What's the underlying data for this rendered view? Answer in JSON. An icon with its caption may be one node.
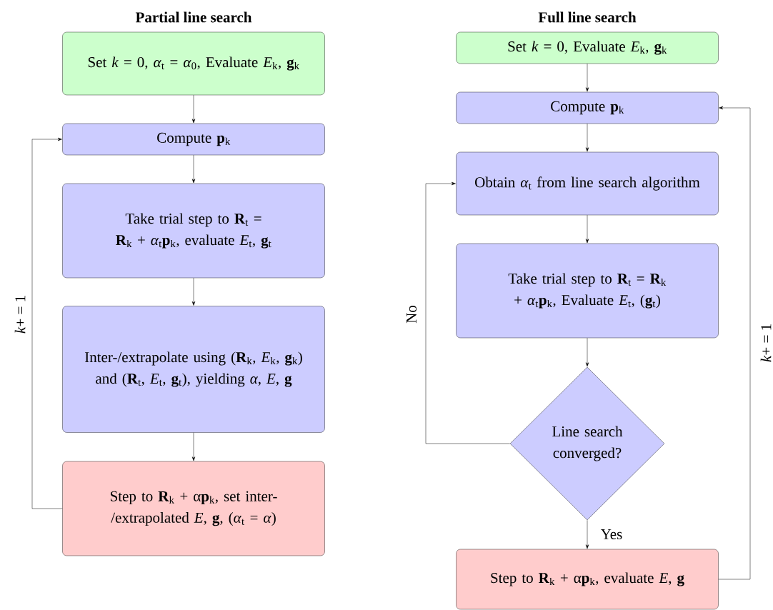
{
  "diagram": {
    "nodes": [
      {
        "text": [
          "Set *k* = 0, *α*$_{t}$ = *α*$_{0}$, Evaluate *E*$_{k}$, **g**$_{k}$"
        ]
      },
      {
        "text": [
          "Compute **p**$_{k}$"
        ]
      },
      {
        "text": [
          "Take trial step to **R**$_{t}$ = **R**$_{k}$ + *α*$_{t}$**p**$_{k}$, evaluate *E*$_{t}$, **g**$_{t}$"
        ]
      },
      {
        "text": [
          "Inter-/extrapolate using (**R**$_{k}$, *E*$_{k}$, **g**$_{k}$) and (**R**$_{t}$, *E*$_{t}$, **g**$_{t}$), yielding *α*, *E*, **g**"
        ]
      },
      {
        "text": [
          "Step to **R**$_{k}$ + α**p**$_{k}$, set inter-/extrapolated *E*, **g**, (*α*$_{t}$ = *α*)"
        ]
      },
      {
        "text": [
          "Set *k* = 0, Evaluate *E*$_{k}$, **g**$_{k}$"
        ]
      },
      {
        "text": [
          "Compute **p**$_{k}$"
        ]
      },
      {
        "text": [
          "Obtain *α*$_{t}$ from line search algorithm"
        ]
      },
      {
        "text": [
          "Take trial step to **R**$_{t}$ = **R**$_{k}$ + *α*$_{t}$**p**$_{k}$, Evaluate *E*$_{t}$, (**g**$_{t}$)"
        ]
      },
      {
        "text": [
          "Line search converged?"
        ]
      },
      {
        "text": [
          "Step to **R**$_{k}$ + α**p**$_{k}$, evaluate *E*, **g**"
        ]
      }
    ],
    "edges": [
      {
        "from": 0,
        "to": 1,
        "arrow": "to"
      },
      {
        "from": 1,
        "to": 2,
        "arrow": "to"
      },
      {
        "from": 2,
        "to": 3,
        "arrow": "to"
      },
      {
        "from": 3,
        "to": 4,
        "arrow": "to"
      },
      {
        "from": 4,
        "to": 1,
        "arrow": "to",
        "label": "*k*+ = 1"
      },
      {
        "from": 5,
        "to": 6,
        "arrow": "to"
      },
      {
        "from": 6,
        "to": 7,
        "arrow": "to"
      },
      {
        "from": 7,
        "to": 8,
        "arrow": "to"
      },
      {
        "from": 8,
        "to": 9,
        "arrow": "to"
      },
      {
        "from": 9,
        "to": 10,
        "arrow": "to",
        "label": "Yes"
      },
      {
        "from": 9,
        "to": 7,
        "arrow": "to",
        "label": "No"
      },
      {
        "from": 10,
        "to": 6,
        "arrow": "to",
        "label": "*k*+ = 1"
      }
    ],
    "labels": [
      "Partial line search",
      "Full line search"
    ]
  }
}
